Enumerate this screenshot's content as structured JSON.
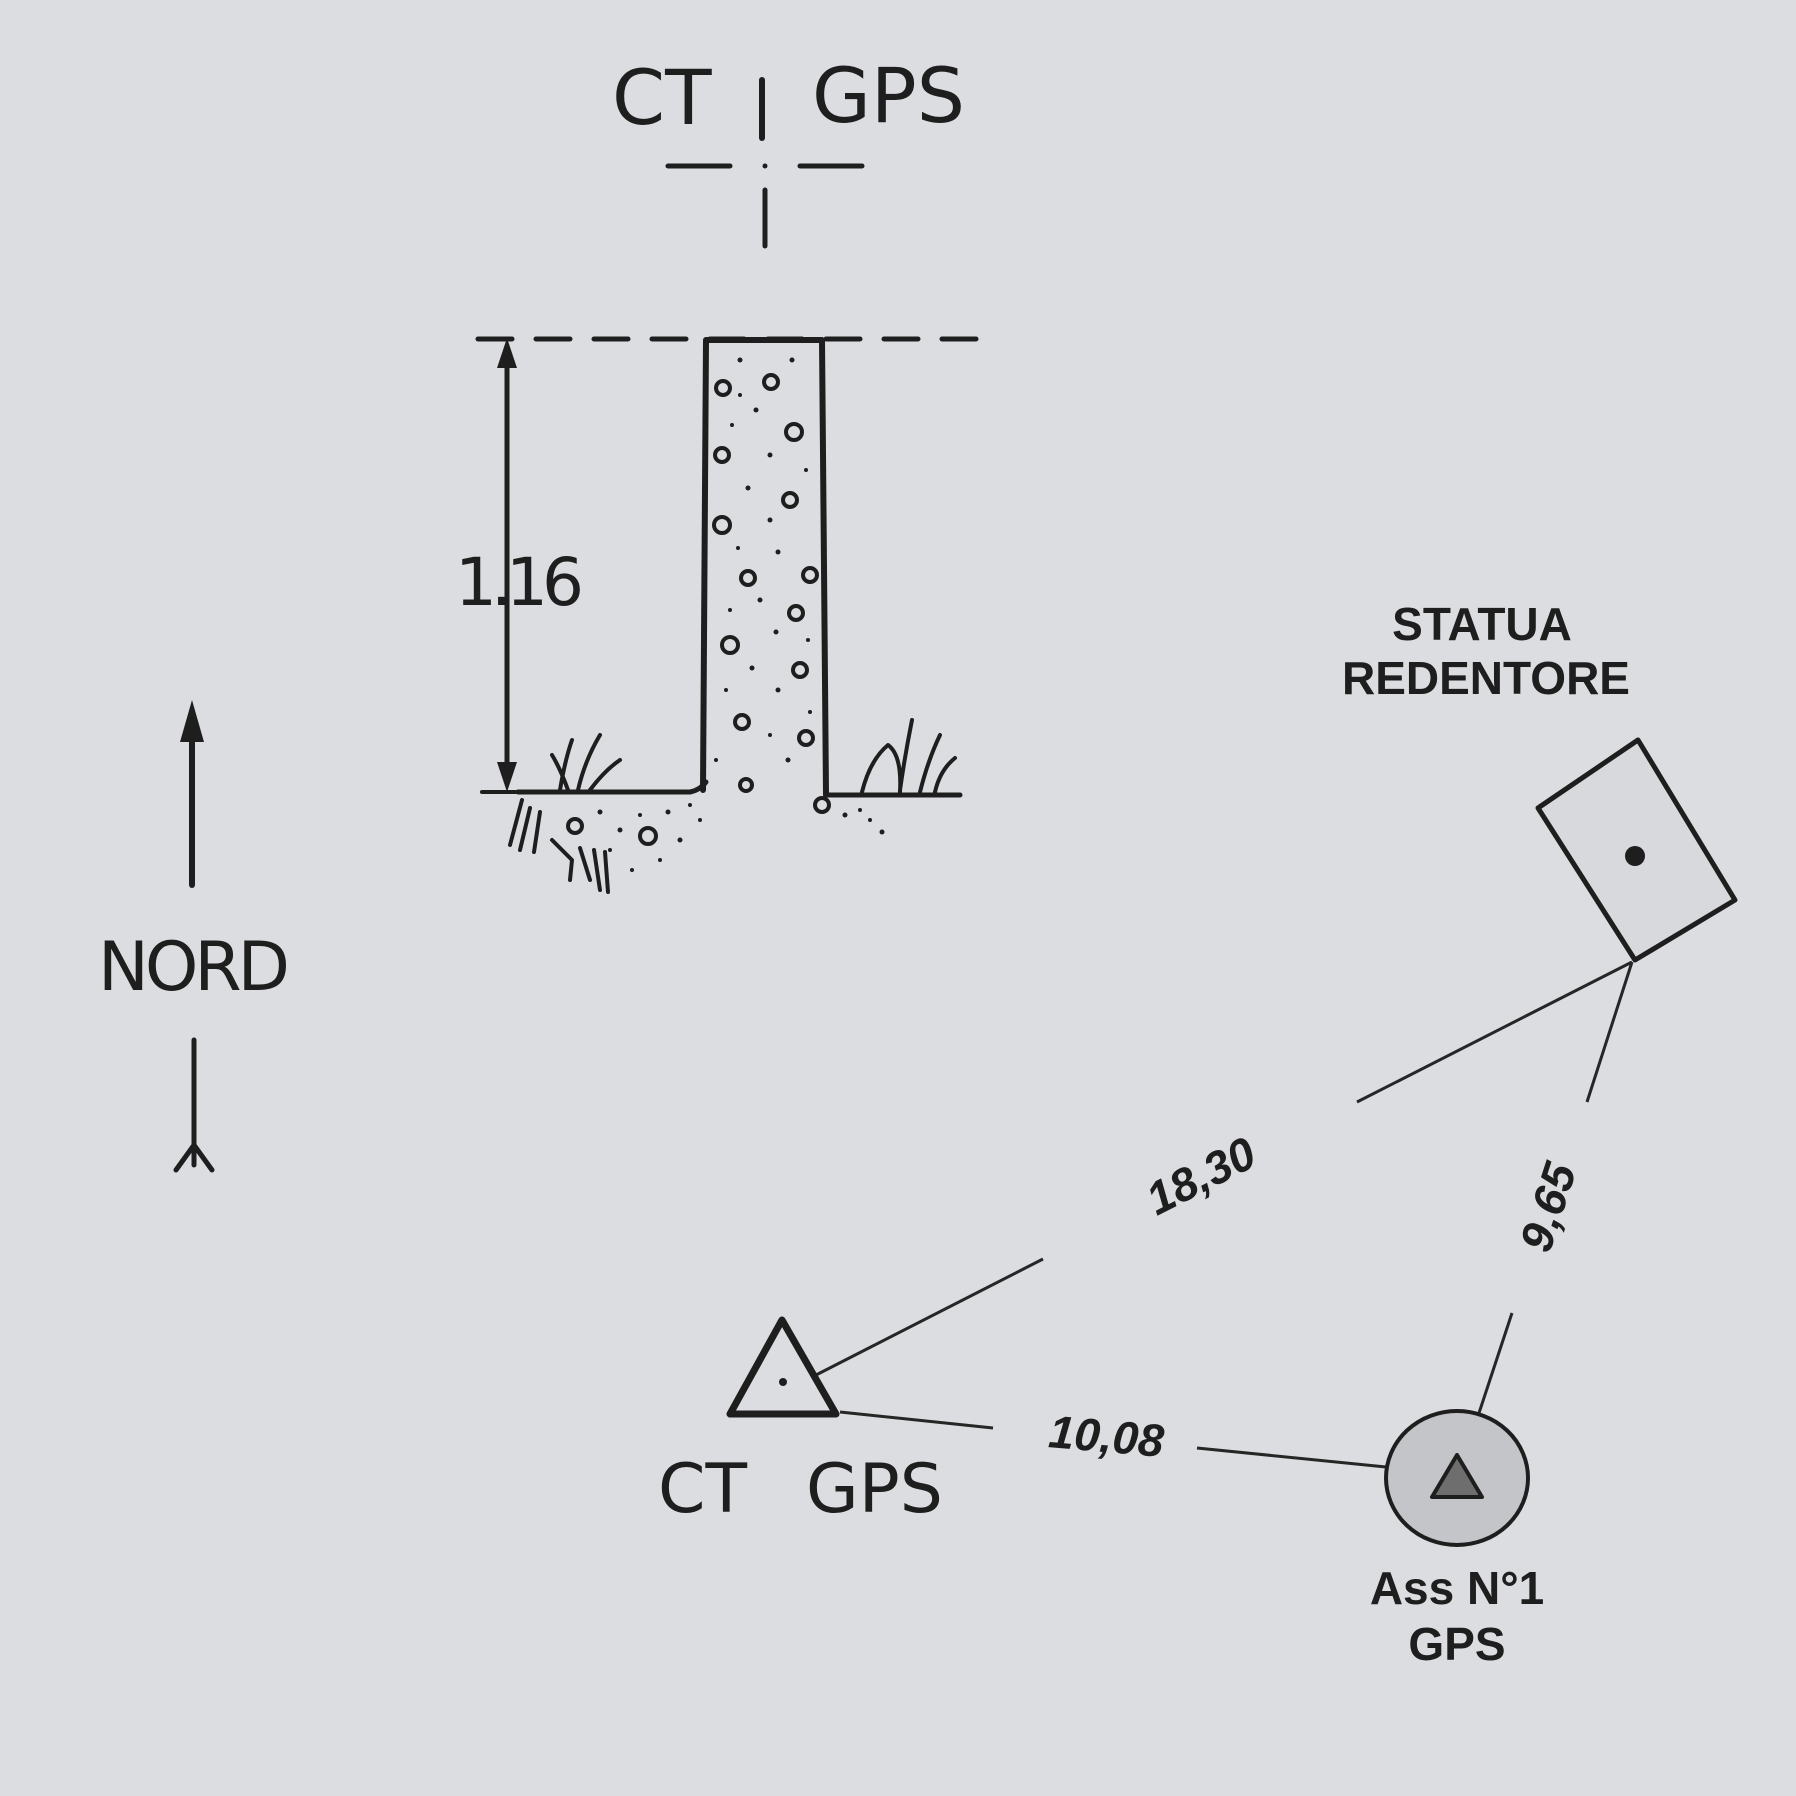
{
  "detail": {
    "header_left": "CT",
    "header_right": "GPS",
    "height_label": "1.16"
  },
  "north": {
    "label": "NORD"
  },
  "statue": {
    "line1": "STATUA",
    "line2": "REDENTORE"
  },
  "benchmark": {
    "label_left": "CT",
    "label_right": "GPS"
  },
  "gps_point": {
    "line1": "Ass N°1",
    "line2": "GPS"
  },
  "distances": {
    "ct_to_statue": "18,30",
    "gps_to_statue": "9,65",
    "ct_to_gps": "10,08"
  },
  "colors": {
    "background": "#dcdde1",
    "ink": "#1e1e1e",
    "statue_fill": "#d8d9dc",
    "gps_circle_fill": "#c4c5c9",
    "gps_triangle_fill": "#6e6e6e"
  }
}
